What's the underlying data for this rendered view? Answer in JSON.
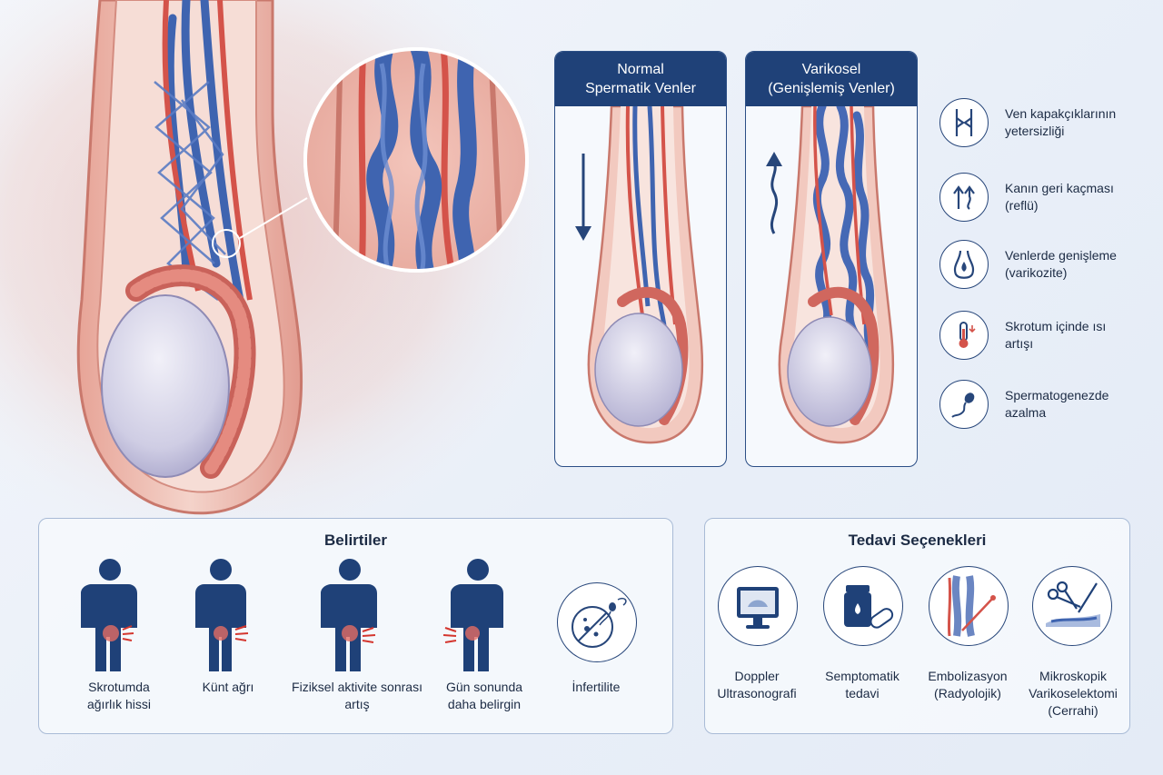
{
  "comparison": {
    "normal_title": "Normal\nSpermatik Venler",
    "varicocele_title": "Varikosel\n(Genişlemiş Venler)"
  },
  "mechanisms": [
    {
      "icon": "valve-insufficiency-icon",
      "label": "Ven kapakçıklarının\nyetersizliği"
    },
    {
      "icon": "reflux-arrows-icon",
      "label": "Kanın geri kaçması\n(reflü)"
    },
    {
      "icon": "vein-dilation-icon",
      "label": "Venlerde genişleme\n(varikozite)"
    },
    {
      "icon": "thermometer-icon",
      "label": "Skrotum içinde ısı\nartışı"
    },
    {
      "icon": "sperm-icon",
      "label": "Spermatogenezde\nazalma"
    }
  ],
  "symptoms": {
    "title": "Belirtiler",
    "items": [
      {
        "icon": "heaviness-figure-icon",
        "label": "Skrotumda\nağırlık hissi"
      },
      {
        "icon": "dull-pain-figure-icon",
        "label": "Künt ağrı"
      },
      {
        "icon": "activity-pain-figure-icon",
        "label": "Fiziksel aktivite sonrası\nartış"
      },
      {
        "icon": "end-of-day-figure-icon",
        "label": "Gün sonunda\ndaha belirgin"
      },
      {
        "icon": "infertility-icon",
        "label": "İnfertilite"
      }
    ]
  },
  "treatment": {
    "title": "Tedavi Seçenekleri",
    "items": [
      {
        "icon": "ultrasound-monitor-icon",
        "label": "Doppler\nUltrasonografi"
      },
      {
        "icon": "medication-icon",
        "label": "Semptomatik\ntedavi"
      },
      {
        "icon": "embolization-icon",
        "label": "Embolizasyon\n(Radyolojik)"
      },
      {
        "icon": "surgery-scissors-icon",
        "label": "Mikroskopik\nVarikoselektomi\n(Cerrahi)"
      }
    ]
  },
  "colors": {
    "vein": "#3f64b0",
    "artery": "#d4534a",
    "navy": "#1f4178",
    "skin": "#e9b3a6",
    "testis": "#d7d6ea"
  }
}
